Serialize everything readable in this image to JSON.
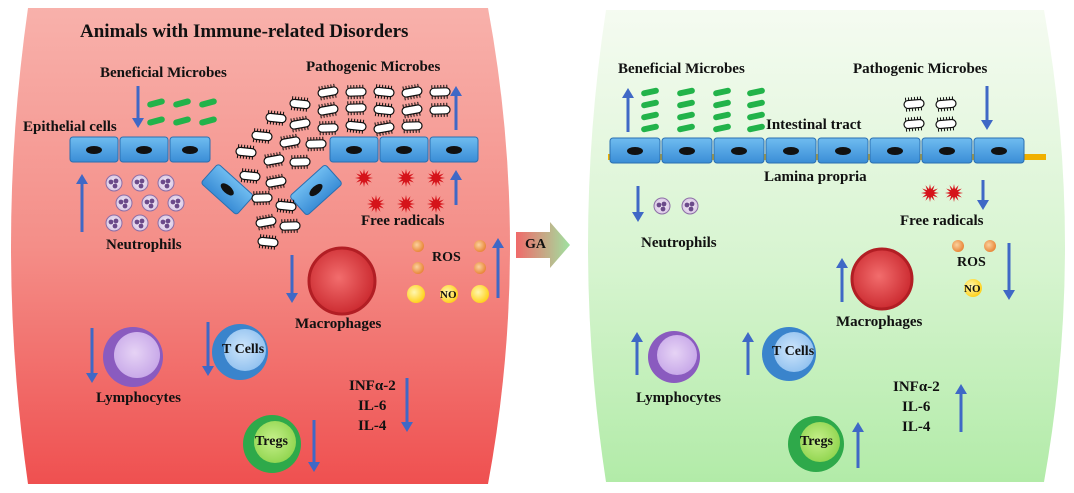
{
  "left_panel": {
    "title": "Animals with Immune-related Disorders",
    "beneficial_microbes": "Beneficial Microbes",
    "pathogenic_microbes": "Pathogenic Microbes",
    "epithelial_cells": "Epithelial cells",
    "neutrophils": "Neutrophils",
    "free_radicals": "Free radicals",
    "ros": "ROS",
    "no": "NO",
    "macrophages": "Macrophages",
    "lymphocytes": "Lymphocytes",
    "t_cells": "T Cells",
    "tregs": "Tregs",
    "cytokines": [
      "INFα-2",
      "IL-6",
      "IL-4"
    ]
  },
  "treatment_arrow": {
    "label": "GA"
  },
  "right_panel": {
    "beneficial_microbes": "Beneficial Microbes",
    "pathogenic_microbes": "Pathogenic Microbes",
    "intestinal_tract": "Intestinal tract",
    "lamina_propria": "Lamina propria",
    "neutrophils": "Neutrophils",
    "free_radicals": "Free radicals",
    "ros": "ROS",
    "no": "NO",
    "macrophages": "Macrophages",
    "lymphocytes": "Lymphocytes",
    "t_cells": "T Cells",
    "tregs": "Tregs",
    "cytokines": [
      "INFα-2",
      "IL-6",
      "IL-4"
    ]
  },
  "colors": {
    "left_bg_top": "#f6a09a",
    "left_bg_bottom": "#ef4f4f",
    "right_bg_top": "#f4fbef",
    "right_bg_bottom": "#b7ecae",
    "arrow_blue": "#3f68c6",
    "epithelial_cell": "#54a8e8",
    "beneficial_microbe": "#22b34a",
    "free_radical": "#d5131a",
    "neutrophil": "#6b4a8a",
    "ros_dot": "#f0a04b",
    "no_dot": "#ffe04a",
    "macrophage": "#d8373d",
    "lymphocyte": "#8a5bbf",
    "t_cell": "#3a84cc",
    "tregs": "#2ea94a"
  }
}
